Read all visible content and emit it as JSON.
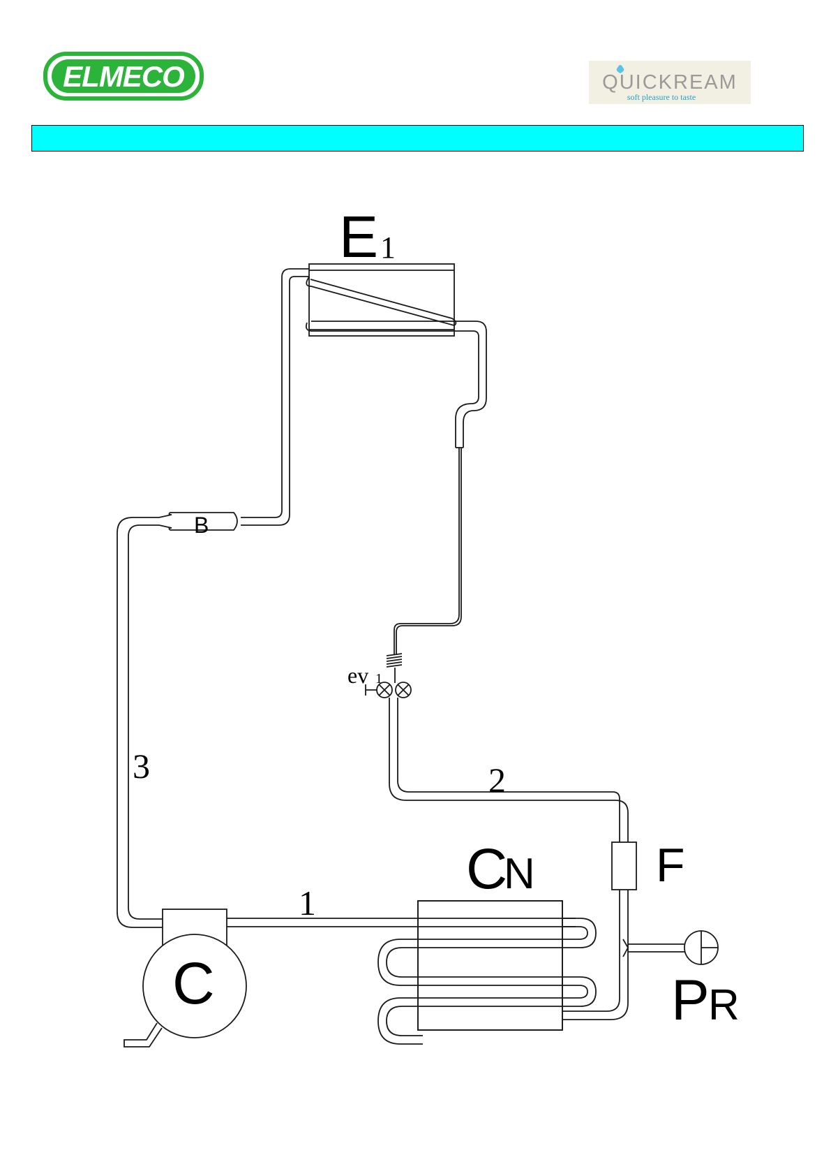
{
  "header": {
    "elmeco_logo": {
      "text": "ELMECO",
      "color": "#2bb33a"
    },
    "quickream_logo": {
      "text": "QUICKREAM",
      "tagline": "soft pleasure to taste",
      "color": "#2a9fc9"
    },
    "title_bar": {
      "text": "",
      "color": "#00ffff"
    }
  },
  "diagram": {
    "labels": {
      "evaporator": "E",
      "evaporator_sub": "1",
      "filter_b": "B",
      "valve": "ev",
      "valve_sub": "1",
      "pipe_3": "3",
      "pipe_2": "2",
      "pipe_1": "1",
      "condenser": "C",
      "condenser_sub": "N",
      "filter_f": "F",
      "compressor": "C",
      "pressure_switch": "P",
      "pressure_switch_sub": "R"
    },
    "colors": {
      "line": "#1a1a1a",
      "fill": "#ffffff"
    }
  }
}
